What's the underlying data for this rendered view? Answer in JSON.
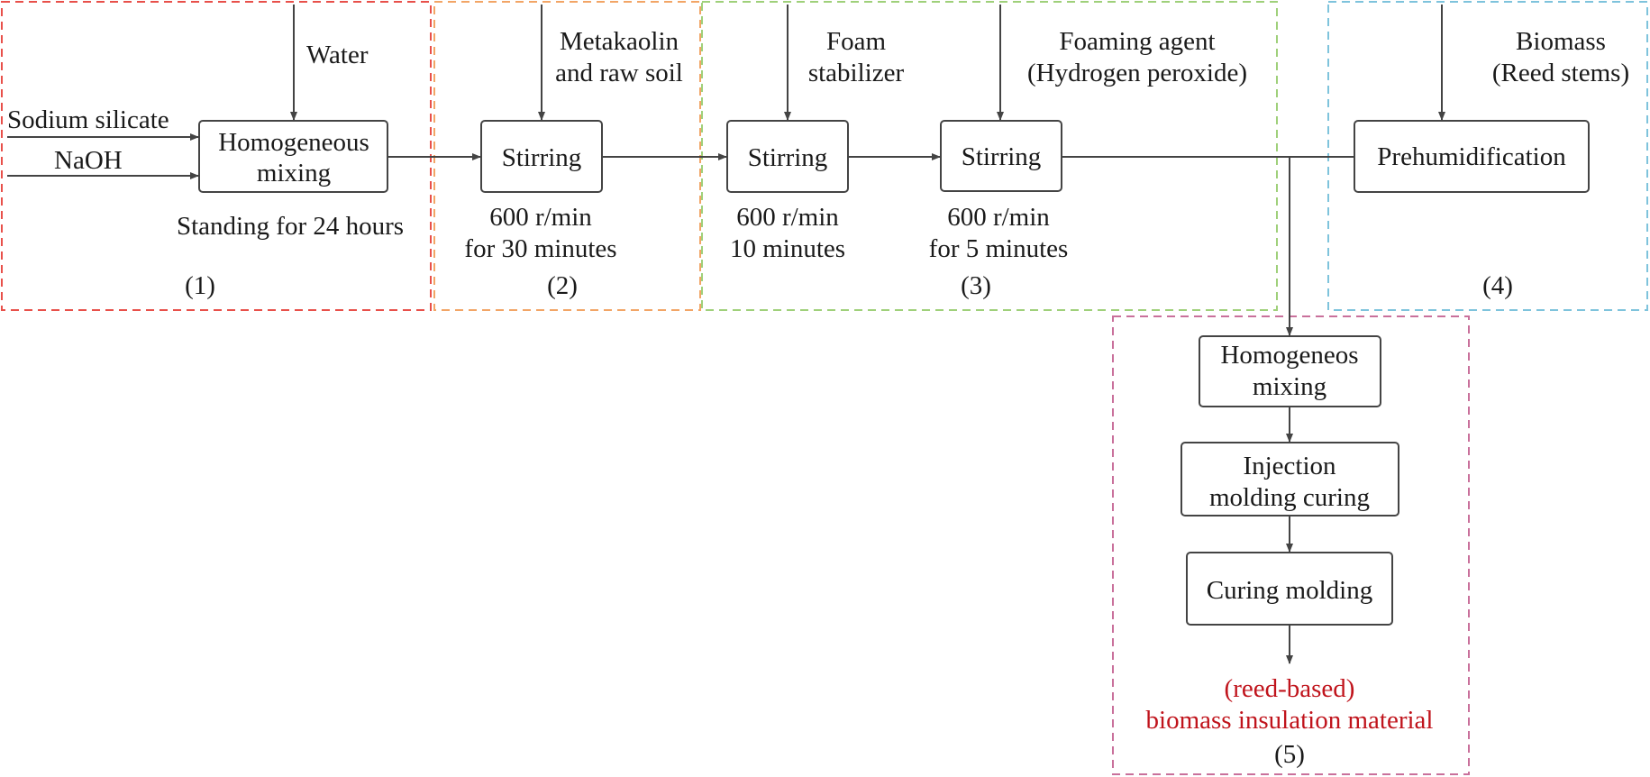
{
  "colors": {
    "group1": "#e8504a",
    "group2": "#f2a566",
    "group3": "#9fd07a",
    "group4": "#7ec3dc",
    "group5": "#c9709b",
    "product": "#c0141c"
  },
  "inputs": {
    "sodium_silicate": "Sodium silicate",
    "naoh": "NaOH",
    "water": "Water",
    "metakaolin_1": "Metakaolin",
    "metakaolin_2": "and raw soil",
    "foam_stabilizer_1": "Foam",
    "foam_stabilizer_2": "stabilizer",
    "foaming_agent_1": "Foaming agent",
    "foaming_agent_2": "(Hydrogen peroxide)",
    "biomass_1": "Biomass",
    "biomass_2": "(Reed stems)"
  },
  "boxes": {
    "homogeneous_mixing_1": "Homogeneous",
    "homogeneous_mixing_2": "mixing",
    "stirring_a": "Stirring",
    "stirring_b": "Stirring",
    "stirring_c": "Stirring",
    "prehumidification": "Prehumidification",
    "homogeneos_mixing_1": "Homogeneos",
    "homogeneos_mixing_2": "mixing",
    "injection_1": "Injection",
    "injection_2": "molding curing",
    "curing_molding": "Curing molding"
  },
  "conditions": {
    "standing": "Standing for 24 hours",
    "stir_a_1": "600 r/min",
    "stir_a_2": "for 30 minutes",
    "stir_b_1": "600 r/min",
    "stir_b_2": "10 minutes",
    "stir_c_1": "600 r/min",
    "stir_c_2": "for 5 minutes"
  },
  "steps": {
    "s1": "(1)",
    "s2": "(2)",
    "s3": "(3)",
    "s4": "(4)",
    "s5": "(5)"
  },
  "product": {
    "line1": "(reed-based)",
    "line2": "biomass insulation material"
  }
}
